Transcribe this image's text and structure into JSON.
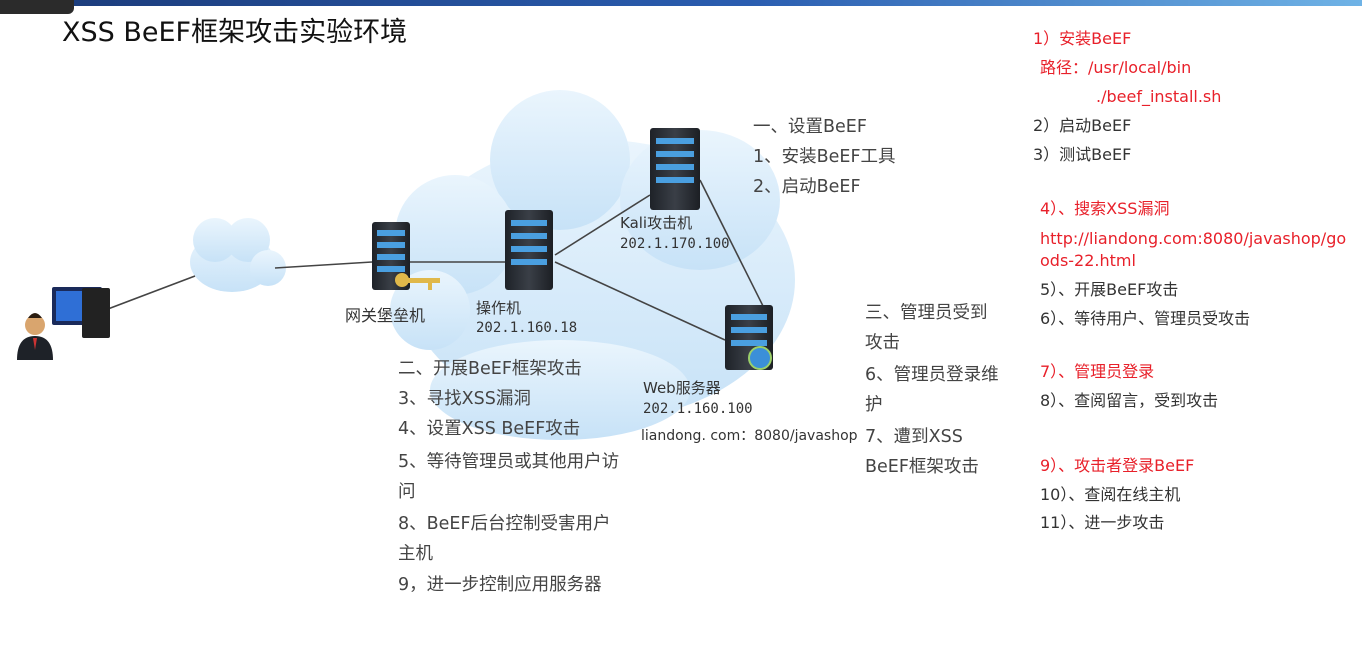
{
  "title": "XSS BeEF框架攻击实验环境",
  "nodes": {
    "gateway": "网关堡垒机",
    "operator": {
      "name": "操作机",
      "ip": "202.1.160.18"
    },
    "kali": {
      "name": "Kali攻击机",
      "ip": "202.1.170.100"
    },
    "web": {
      "name": "Web服务器",
      "ip": "202.1.160.100",
      "url": "liandong. com：8080/javashop"
    }
  },
  "step_groups": {
    "setup": [
      "一、设置BeEF",
      "1、安装BeEF工具",
      "2、启动BeEF"
    ],
    "attack": [
      "二、开展BeEF框架攻击",
      "3、寻找XSS漏洞",
      "4、设置XSS  BeEF攻击",
      "5、等待管理员或其他用户访",
      "问",
      "8、BeEF后台控制受害用户",
      "主机",
      "9，进一步控制应用服务器"
    ],
    "admin": [
      "三、管理员受到",
      "攻击",
      "6、管理员登录维",
      "护",
      "7、遭到XSS",
      "BeEF框架攻击"
    ]
  },
  "right_panel": [
    {
      "text": "1）安装BeEF",
      "color": "red"
    },
    {
      "text": "路径：/usr/local/bin",
      "color": "red"
    },
    {
      "text": "./beef_install.sh",
      "color": "red"
    },
    {
      "text": "2）启动BeEF",
      "color": "dark"
    },
    {
      "text": "3）测试BeEF",
      "color": "dark"
    },
    {
      "text": "4）、搜索XSS漏洞",
      "color": "red"
    },
    {
      "text": "http://liandong.com:8080/javashop/go",
      "color": "red"
    },
    {
      "text": "ods-22.html",
      "color": "red"
    },
    {
      "text": "5）、开展BeEF攻击",
      "color": "dark"
    },
    {
      "text": "6）、等待用户、管理员受攻击",
      "color": "dark"
    },
    {
      "text": "7）、管理员登录",
      "color": "red"
    },
    {
      "text": "8）、查阅留言，受到攻击",
      "color": "dark"
    },
    {
      "text": "9）、攻击者登录BeEF",
      "color": "red"
    },
    {
      "text": "10）、查阅在线主机",
      "color": "dark"
    },
    {
      "text": "11）、进一步攻击",
      "color": "dark"
    }
  ],
  "colors": {
    "red": "#e8202a",
    "dark": "#333333",
    "cloud": "#d8ecfb",
    "server": "#2b2f36"
  }
}
